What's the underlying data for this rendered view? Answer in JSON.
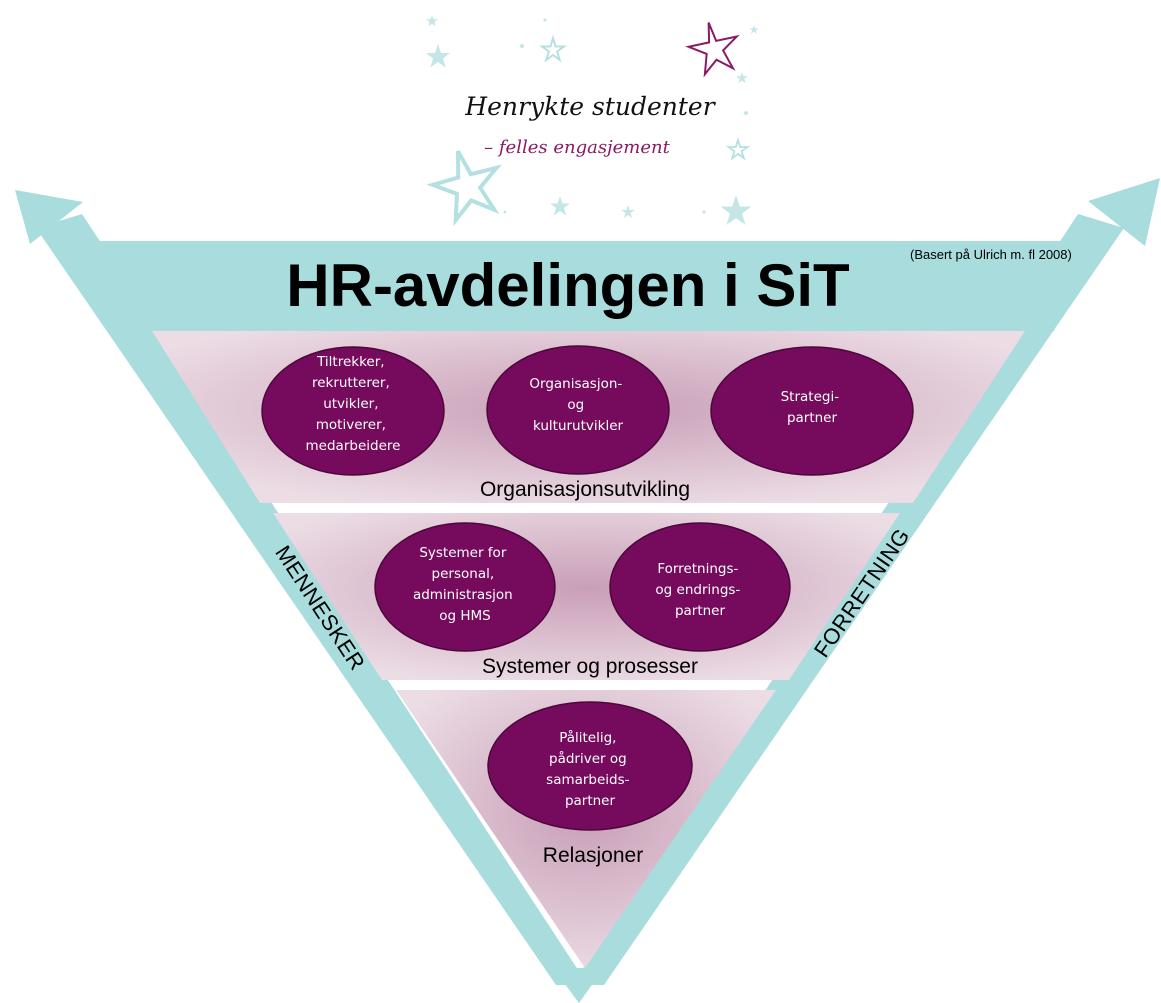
{
  "logo": {
    "line1": "Henrykte studenter",
    "line2": "– felles engasjement",
    "icon": "stars-decoration"
  },
  "title": "HR-avdelingen i SiT",
  "source_note": "(Basert på Ulrich m. fl 2008)",
  "axes": {
    "left": "MENNESKER",
    "right": "FORRETNING"
  },
  "levels": [
    {
      "label": "Organisasjonsutvikling",
      "roles": [
        {
          "lines": [
            "Tiltrekker,",
            "rekrutterer,",
            "utvikler,",
            "motiverer,",
            "medarbeidere"
          ]
        },
        {
          "lines": [
            "Organisasjon-",
            "og",
            "kulturutvikler"
          ]
        },
        {
          "lines": [
            "Strategi-",
            "partner"
          ]
        }
      ]
    },
    {
      "label": "Systemer og prosesser",
      "roles": [
        {
          "lines": [
            "Systemer for",
            "personal,",
            "administrasjon",
            "og HMS"
          ]
        },
        {
          "lines": [
            "Forretnings-",
            "og endrings-",
            "partner"
          ]
        }
      ]
    },
    {
      "label": "Relasjoner",
      "roles": [
        {
          "lines": [
            "Pålitelig,",
            "pådriver og",
            "samarbeids-",
            "partner"
          ]
        }
      ]
    }
  ],
  "colors": {
    "frame": "#a8dcdd",
    "ellipse": "#760b5e",
    "band_fill": "#dcc3d1",
    "star_teal": "#b5e0e1",
    "star_purple": "#8a1a64"
  }
}
